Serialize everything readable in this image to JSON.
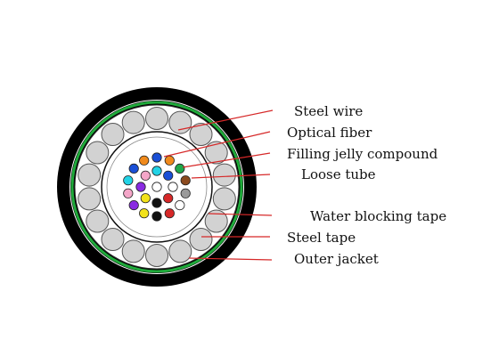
{
  "labels": {
    "steel_wire": "Steel wire",
    "optical_fiber": "Optical fiber",
    "filling_jelly": "Filling jelly compound",
    "loose_tube": "Loose tube",
    "water_blocking_tape": "Water blocking tape",
    "steel_tape": "Steel tape",
    "outer_jacket": "Outer jacket"
  },
  "colors": {
    "leader_line": "#d62828",
    "jacket": "#000000",
    "water_blocking_tape": "#1faa3a",
    "steel_wire": "#d2d2d2",
    "fiber_colors": [
      "#1a4fd6",
      "#f08a1c",
      "#1fa84a",
      "#8b4a1e",
      "#9a9a9a",
      "#ffffff",
      "#d62828",
      "#111111",
      "#f2e21a",
      "#8a2be2",
      "#f4a6c8",
      "#22d3e6"
    ]
  }
}
